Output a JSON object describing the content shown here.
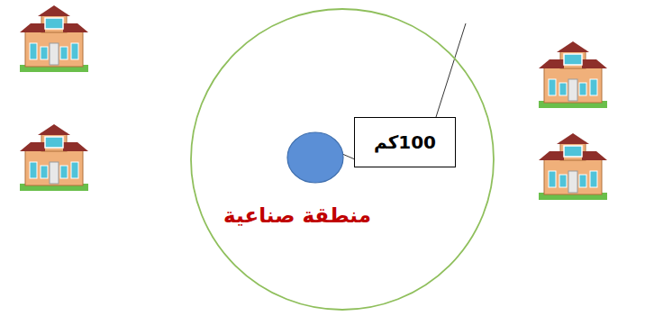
{
  "diagram": {
    "nodes": [
      {
        "text": [
          "منطقة صناعية"
        ]
      },
      {
        "text": [
          "100كم"
        ],
        "in": 0
      }
    ]
  }
}
